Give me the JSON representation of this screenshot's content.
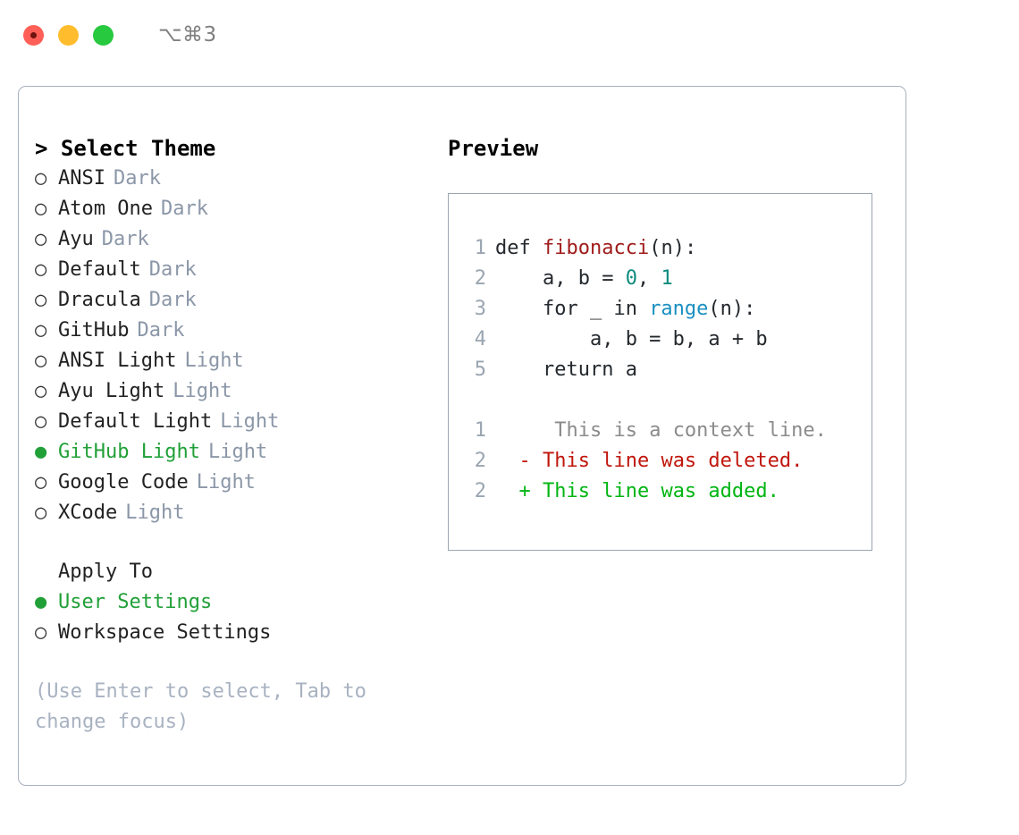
{
  "titlebar": {
    "shortcut": "⌥⌘3",
    "lights": [
      {
        "name": "close",
        "color": "#ff5f56"
      },
      {
        "name": "minimize",
        "color": "#ffbd2e"
      },
      {
        "name": "maximize",
        "color": "#27c93f"
      }
    ]
  },
  "theme_panel": {
    "heading": "> Select Theme",
    "markers": {
      "selected": "●",
      "unselected": "○"
    },
    "items": [
      {
        "name": "ANSI",
        "tag": "Dark",
        "selected": false
      },
      {
        "name": "Atom One",
        "tag": "Dark",
        "selected": false
      },
      {
        "name": "Ayu",
        "tag": "Dark",
        "selected": false
      },
      {
        "name": "Default",
        "tag": "Dark",
        "selected": false
      },
      {
        "name": "Dracula",
        "tag": "Dark",
        "selected": false
      },
      {
        "name": "GitHub",
        "tag": "Dark",
        "selected": false
      },
      {
        "name": "ANSI Light",
        "tag": "Light",
        "selected": false
      },
      {
        "name": "Ayu Light",
        "tag": "Light",
        "selected": false
      },
      {
        "name": "Default Light",
        "tag": "Light",
        "selected": false
      },
      {
        "name": "GitHub Light",
        "tag": "Light",
        "selected": true
      },
      {
        "name": "Google Code",
        "tag": "Light",
        "selected": false
      },
      {
        "name": "XCode",
        "tag": "Light",
        "selected": false
      }
    ]
  },
  "apply_to": {
    "heading": "Apply To",
    "options": [
      {
        "name": "User Settings",
        "selected": true
      },
      {
        "name": "Workspace Settings",
        "selected": false
      }
    ]
  },
  "hint": "(Use Enter to select, Tab to change focus)",
  "preview": {
    "title": "Preview",
    "code": [
      {
        "ln": "1",
        "segments": [
          {
            "t": "def ",
            "c": "code"
          },
          {
            "t": "fibonacci",
            "c": "tok-fn"
          },
          {
            "t": "(n):",
            "c": "code"
          }
        ]
      },
      {
        "ln": "2",
        "segments": [
          {
            "t": "    a, b = ",
            "c": "code"
          },
          {
            "t": "0",
            "c": "tok-num"
          },
          {
            "t": ", ",
            "c": "code"
          },
          {
            "t": "1",
            "c": "tok-num"
          }
        ]
      },
      {
        "ln": "3",
        "segments": [
          {
            "t": "    for _ in ",
            "c": "code"
          },
          {
            "t": "range",
            "c": "tok-bi"
          },
          {
            "t": "(n):",
            "c": "code"
          }
        ]
      },
      {
        "ln": "4",
        "segments": [
          {
            "t": "        a, b = b, a + b",
            "c": "code"
          }
        ]
      },
      {
        "ln": "5",
        "segments": [
          {
            "t": "    return a",
            "c": "code"
          }
        ]
      }
    ],
    "diff": [
      {
        "ln": "1",
        "sign": " ",
        "text": "  This is a context line.",
        "kind": "diff-ctx"
      },
      {
        "ln": "2",
        "sign": "-",
        "text": " This line was deleted.",
        "kind": "diff-del"
      },
      {
        "ln": "2",
        "sign": "+",
        "text": " This line was added.",
        "kind": "diff-add"
      }
    ]
  },
  "colors": {
    "accent_green": "#21a038",
    "diff_add": "#00b512",
    "diff_del": "#c0160c",
    "tag_gray": "#8b97a8",
    "hint_gray": "#a8b2c1",
    "border": "#a7b1bf",
    "fn_red": "#a01b1b",
    "builtin_blue": "#1a8fc1",
    "number_teal": "#0d8a7e"
  }
}
